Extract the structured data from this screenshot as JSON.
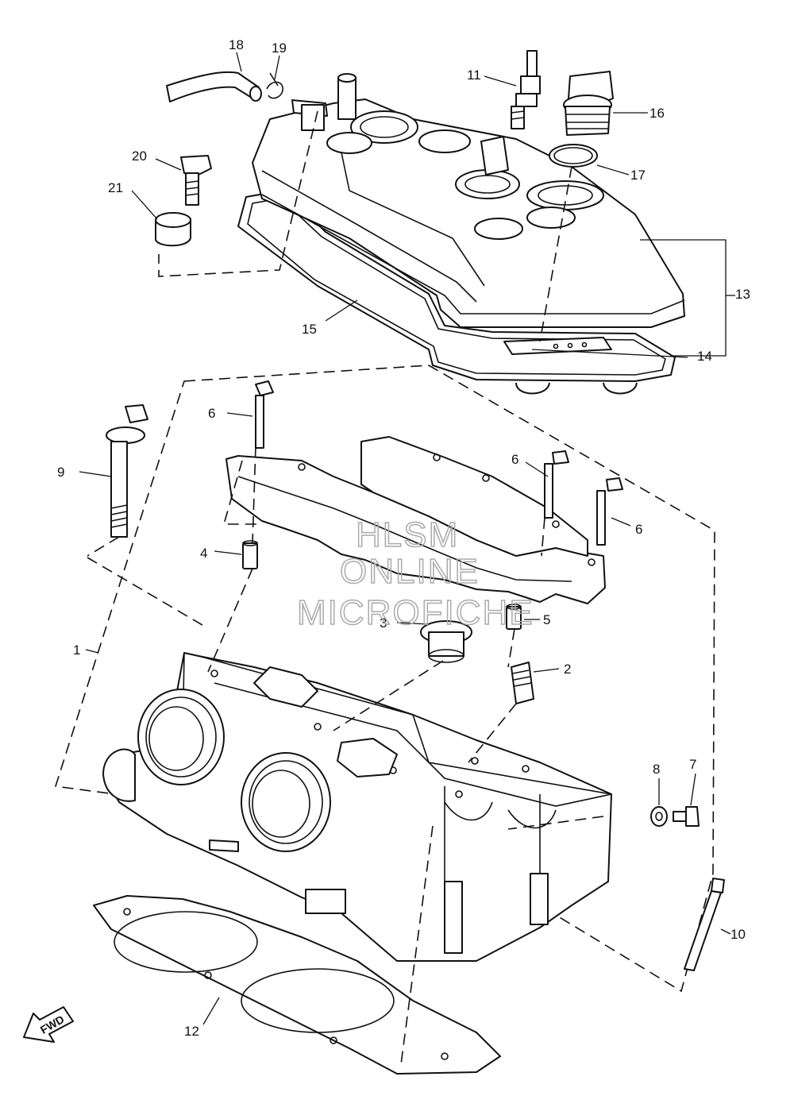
{
  "watermark": {
    "line1": "HLSM",
    "line2": "ONLINE",
    "line3": "MICROFICHE"
  },
  "fwd_label": "FWD",
  "callouts": {
    "c1": "1",
    "c2": "2",
    "c3": "3",
    "c4": "4",
    "c5": "5",
    "c6a": "6",
    "c6b": "6",
    "c6c": "6",
    "c7": "7",
    "c8": "8",
    "c9": "9",
    "c10": "10",
    "c11": "11",
    "c12": "12",
    "c13": "13",
    "c14": "14",
    "c15": "15",
    "c16": "16",
    "c17": "17",
    "c18": "18",
    "c19": "19",
    "c20": "20",
    "c21": "21"
  }
}
